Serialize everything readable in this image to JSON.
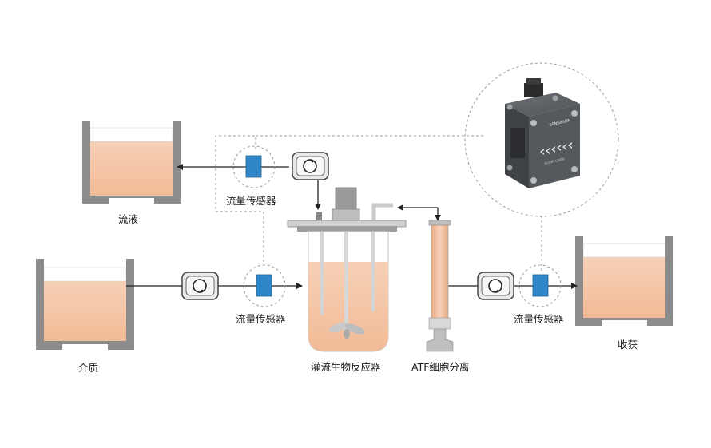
{
  "labels": {
    "waste": "流液",
    "medium": "介质",
    "harvest": "收获",
    "bioreactor": "灌流生物反应器",
    "atf": "ATF细胞分离",
    "sensor_top": "流量传感器",
    "sensor_middle": "流量传感器",
    "sensor_right": "流量传感器"
  },
  "device": {
    "brand": "SENSIRION",
    "model": "SLF3F-1300F"
  },
  "colors": {
    "liquid": "#f4c5a6",
    "tank_wall": "#8c8c8c",
    "sensor": "#2f86c8",
    "line": "#222222",
    "dashed": "#9a9a9a",
    "device_body": "#5b5e62"
  },
  "icons": [
    "pump-icon",
    "flow-sensor-icon",
    "stirrer-icon",
    "arrow-icon"
  ]
}
